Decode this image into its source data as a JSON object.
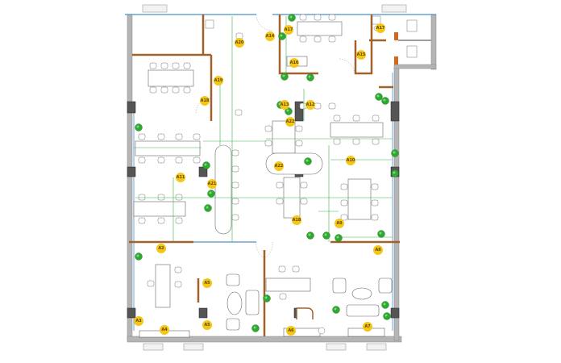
{
  "plan": {
    "colors": {
      "wall": "#9e9e9e",
      "partition": "#a0622a",
      "glass": "#4a90c8",
      "column": "#555555",
      "dimension": "#3bb54a",
      "plant": "#2fa82f",
      "tag": "#f5c518",
      "furniture": "#666666"
    },
    "tags": [
      "A20",
      "A14",
      "A17",
      "A17",
      "A16",
      "A15",
      "A19",
      "A18",
      "A13",
      "A12",
      "A22",
      "A11",
      "A21",
      "A22",
      "A10",
      "A18",
      "A9",
      "A2",
      "A8",
      "A5",
      "A3",
      "A4",
      "A5",
      "A6",
      "A7"
    ]
  }
}
